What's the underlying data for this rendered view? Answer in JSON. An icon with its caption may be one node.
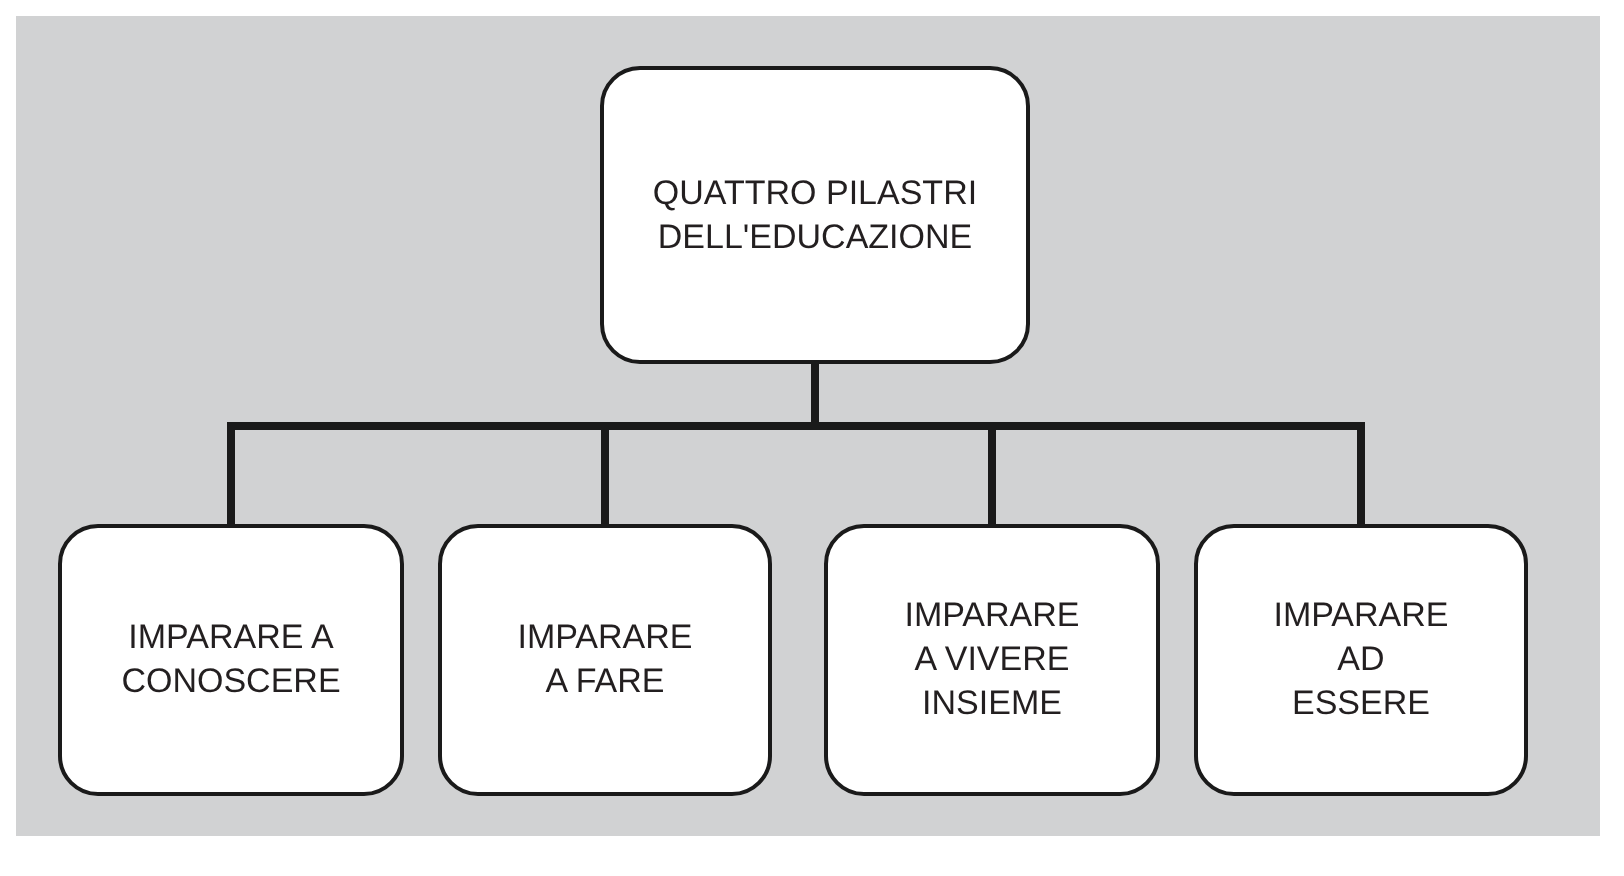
{
  "diagram": {
    "nodes": [
      {
        "text": [
          "QUATTRO PILASTRI DELL'EDUCAZIONE"
        ]
      },
      {
        "text": [
          "IMPARARE A CONOSCERE"
        ]
      },
      {
        "text": [
          "IMPARARE A FARE"
        ]
      },
      {
        "text": [
          "IMPARARE A VIVERE INSIEME"
        ]
      },
      {
        "text": [
          "IMPARARE AD ESSERE"
        ]
      }
    ],
    "edges": [
      {
        "from": 0,
        "to": 1,
        "arrow": "none"
      },
      {
        "from": 0,
        "to": 2,
        "arrow": "none"
      },
      {
        "from": 0,
        "to": 3,
        "arrow": "none"
      },
      {
        "from": 0,
        "to": 4,
        "arrow": "none"
      }
    ]
  }
}
